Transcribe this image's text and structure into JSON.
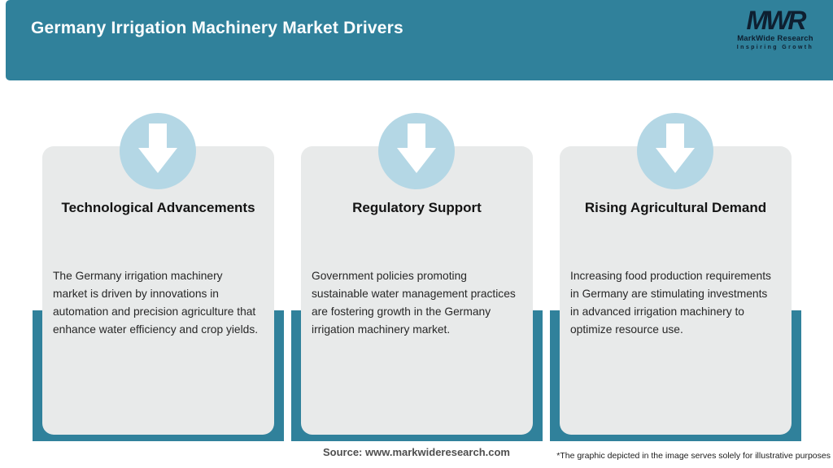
{
  "header": {
    "title": "Germany Irrigation Machinery Market Drivers",
    "logo": {
      "acronym": "MWR",
      "name": "MarkWide Research",
      "tagline": "Inspiring Growth"
    }
  },
  "cards": [
    {
      "icon": "down-arrow-icon",
      "title": "Technological Advancements",
      "description": "The Germany irrigation machinery\nmarket is driven by innovations in\nautomation and precision agriculture that\nenhance water efficiency and crop yields."
    },
    {
      "icon": "down-arrow-icon",
      "title": "Regulatory Support",
      "description": "Government policies promoting\nsustainable water management practices\nare fostering growth in the Germany\nirrigation machinery market."
    },
    {
      "icon": "down-arrow-icon",
      "title": "Rising Agricultural Demand",
      "description": "Increasing food production requirements\nin Germany are stimulating investments\nin advanced irrigation machinery to\noptimize resource use."
    }
  ],
  "footer": {
    "source": "Source: www.markwideresearch.com",
    "disclaimer": "*The graphic depicted in the image serves solely for illustrative purposes"
  },
  "colors": {
    "banner_teal": "#30819B",
    "card_shadow_teal": "#30819B",
    "card_gray": "#E8EAEA",
    "icon_circle_blue": "#B4D7E5",
    "arrow_white": "#FFFFFF",
    "title_text": "#141414",
    "banner_text": "#FAFDFE",
    "logo_navy": "#0E1F30"
  }
}
